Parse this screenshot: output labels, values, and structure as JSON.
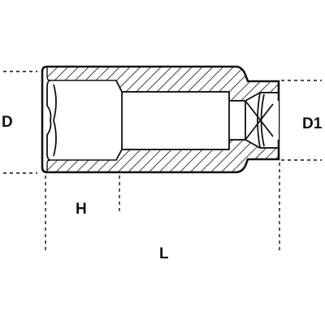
{
  "diagram": {
    "labels": {
      "outer_diameter": "D",
      "drive_diameter": "D1",
      "socket_depth": "H",
      "overall_length": "L"
    },
    "colors": {
      "line": "#111111",
      "background": "#ffffff"
    }
  }
}
